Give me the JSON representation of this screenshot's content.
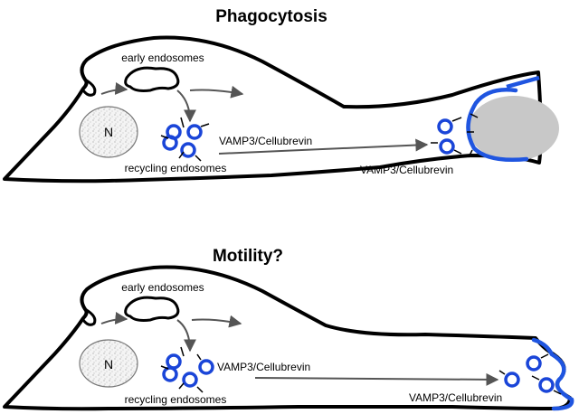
{
  "panels": [
    {
      "title": "Phagocytosis",
      "early_label": "early endosomes",
      "recycling_label": "recycling endosomes",
      "vamp_label_center": "VAMP3/Cellubrevin",
      "vamp_label_front": "VAMP3/Cellubrevin",
      "nucleus_label": "N"
    },
    {
      "title": "Motility?",
      "early_label": "early endosomes",
      "recycling_label": "recycling endosomes",
      "vamp_label_center": "VAMP3/Cellubrevin",
      "vamp_label_front": "VAMP3/Cellubrevin",
      "nucleus_label": "N"
    }
  ],
  "colors": {
    "outline": "#000000",
    "vesicle": "#1a45d8",
    "membrane_highlight": "#1f55e0",
    "arrow": "#555555",
    "particle": "#c8c8c8",
    "nucleus_fill": "#f2f2f2"
  }
}
